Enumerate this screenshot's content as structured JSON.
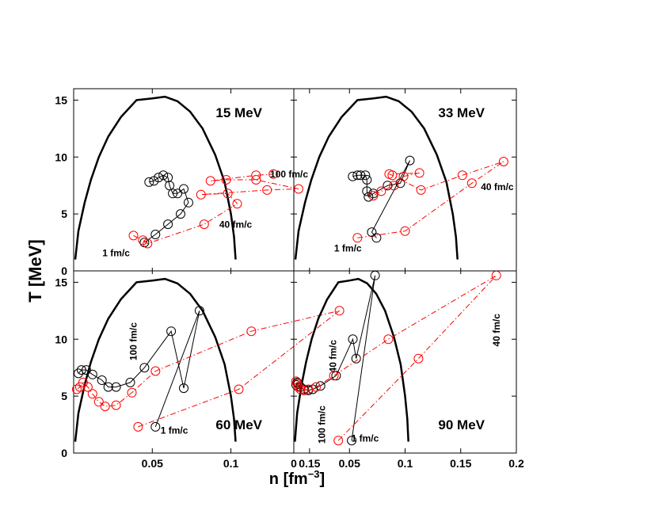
{
  "chart_data": {
    "type": "scatter",
    "xlabel": "n [fm",
    "xlabel_sup": "−3",
    "xlabel_end": "]",
    "ylabel": "T [MeV]",
    "colors": {
      "black": "#000000",
      "red": "#ff0000"
    },
    "xlim_left": [
      0,
      0.14
    ],
    "xlim_right": [
      0,
      0.2
    ],
    "ylim": [
      0,
      16
    ],
    "x_ticks_left": [
      {
        "v": 0.05,
        "label": "0.05"
      },
      {
        "v": 0.1,
        "label": "0.1"
      },
      {
        "v": 0.15,
        "label": "0.15"
      }
    ],
    "x_ticks_right": [
      {
        "v": 0,
        "label": "0"
      },
      {
        "v": 0.05,
        "label": "0.05"
      },
      {
        "v": 0.1,
        "label": "0.1"
      },
      {
        "v": 0.15,
        "label": "0.15"
      },
      {
        "v": 0.2,
        "label": "0.2"
      }
    ],
    "y_ticks_top": [
      {
        "v": 0,
        "label": "0"
      },
      {
        "v": 5,
        "label": "5"
      },
      {
        "v": 10,
        "label": "10"
      },
      {
        "v": 15,
        "label": "15"
      }
    ],
    "y_ticks_bottom": [
      {
        "v": 0,
        "label": "0"
      },
      {
        "v": 5,
        "label": "5"
      },
      {
        "v": 10,
        "label": "10"
      },
      {
        "v": 15,
        "label": "15"
      }
    ],
    "coexistence_curve": [
      [
        0.001,
        1.0
      ],
      [
        0.003,
        3.5
      ],
      [
        0.007,
        6.0
      ],
      [
        0.011,
        8.0
      ],
      [
        0.016,
        10.0
      ],
      [
        0.022,
        11.8
      ],
      [
        0.03,
        13.5
      ],
      [
        0.04,
        15.0
      ],
      [
        0.05,
        15.15
      ],
      [
        0.058,
        15.3
      ],
      [
        0.066,
        14.9
      ],
      [
        0.074,
        14.0
      ],
      [
        0.082,
        12.5
      ],
      [
        0.09,
        10.2
      ],
      [
        0.096,
        7.8
      ],
      [
        0.1,
        5.0
      ],
      [
        0.102,
        3.0
      ],
      [
        0.103,
        1.0
      ]
    ],
    "panels": [
      {
        "label": "15 MeV",
        "series": [
          {
            "color": "black",
            "style": "solid",
            "points": [
              [
                0.045,
                2.5
              ],
              [
                0.052,
                3.2
              ],
              [
                0.06,
                4.1
              ],
              [
                0.068,
                5.0
              ],
              [
                0.073,
                6.0
              ],
              [
                0.07,
                7.2
              ],
              [
                0.066,
                6.8
              ],
              [
                0.063,
                6.8
              ],
              [
                0.061,
                7.5
              ],
              [
                0.06,
                8.2
              ],
              [
                0.057,
                8.4
              ],
              [
                0.054,
                8.2
              ],
              [
                0.051,
                7.9
              ],
              [
                0.048,
                7.8
              ]
            ]
          },
          {
            "color": "red",
            "style": "dashdot",
            "points": [
              [
                0.038,
                3.1
              ],
              [
                0.044,
                2.7
              ],
              [
                0.047,
                2.4
              ],
              [
                0.083,
                4.1
              ],
              [
                0.104,
                5.9
              ],
              [
                0.098,
                6.8
              ],
              [
                0.081,
                6.7
              ],
              [
                0.123,
                7.1
              ],
              [
                0.143,
                7.2
              ],
              [
                0.116,
                8.0
              ],
              [
                0.097,
                8.0
              ],
              [
                0.087,
                7.9
              ],
              [
                0.116,
                8.4
              ],
              [
                0.127,
                8.5
              ]
            ]
          }
        ],
        "annotations": [
          {
            "text": "100 fm/c",
            "x": 0.137,
            "y": 8.2,
            "rotate": false
          },
          {
            "text": "40 fm/c",
            "x": 0.103,
            "y": 3.8,
            "rotate": false
          },
          {
            "text": "1 fm/c",
            "x": 0.027,
            "y": 1.3,
            "rotate": false
          }
        ]
      },
      {
        "label": "33 MeV",
        "series": [
          {
            "color": "black",
            "style": "solid",
            "points": [
              [
                0.052,
                2.9
              ],
              [
                0.049,
                3.4
              ],
              [
                0.073,
                9.7
              ],
              [
                0.067,
                7.7
              ],
              [
                0.059,
                7.5
              ],
              [
                0.05,
                6.8
              ],
              [
                0.047,
                6.5
              ],
              [
                0.046,
                7.0
              ],
              [
                0.046,
                8.0
              ],
              [
                0.045,
                8.4
              ],
              [
                0.042,
                8.4
              ],
              [
                0.04,
                8.4
              ],
              [
                0.037,
                8.3
              ]
            ]
          },
          {
            "color": "red",
            "style": "dashdot",
            "points": [
              [
                0.04,
                2.9
              ],
              [
                0.07,
                3.5
              ],
              [
                0.112,
                7.7
              ],
              [
                0.132,
                9.6
              ],
              [
                0.106,
                8.4
              ],
              [
                0.08,
                7.1
              ],
              [
                0.062,
                8.4
              ],
              [
                0.06,
                8.5
              ],
              [
                0.079,
                8.6
              ],
              [
                0.069,
                8.3
              ],
              [
                0.063,
                7.5
              ],
              [
                0.055,
                7.0
              ],
              [
                0.05,
                6.6
              ]
            ]
          }
        ],
        "annotations": [
          {
            "text": "40 fm/c",
            "x": 0.128,
            "y": 7.1,
            "rotate": false
          },
          {
            "text": "1 fm/c",
            "x": 0.034,
            "y": 1.7,
            "rotate": false
          }
        ]
      },
      {
        "label": "60 MeV",
        "series": [
          {
            "color": "black",
            "style": "solid",
            "points": [
              [
                0.052,
                2.3
              ],
              [
                0.08,
                12.5
              ],
              [
                0.07,
                5.7
              ],
              [
                0.062,
                10.7
              ],
              [
                0.045,
                7.5
              ],
              [
                0.036,
                6.2
              ],
              [
                0.027,
                5.8
              ],
              [
                0.022,
                5.8
              ],
              [
                0.018,
                6.4
              ],
              [
                0.012,
                6.9
              ],
              [
                0.008,
                7.3
              ],
              [
                0.005,
                7.3
              ],
              [
                0.003,
                7.0
              ]
            ]
          },
          {
            "color": "red",
            "style": "dashdot",
            "points": [
              [
                0.041,
                2.3
              ],
              [
                0.105,
                5.6
              ],
              [
                0.169,
                12.5
              ],
              [
                0.113,
                10.7
              ],
              [
                0.052,
                7.2
              ],
              [
                0.037,
                5.3
              ],
              [
                0.027,
                4.2
              ],
              [
                0.02,
                4.1
              ],
              [
                0.016,
                4.5
              ],
              [
                0.012,
                5.2
              ],
              [
                0.009,
                5.8
              ],
              [
                0.006,
                6.2
              ],
              [
                0.004,
                5.8
              ],
              [
                0.002,
                5.6
              ]
            ]
          }
        ],
        "annotations": [
          {
            "text": "100 fm/c",
            "x": 0.04,
            "y": 9.8,
            "rotate": true
          },
          {
            "text": "40 fm/c",
            "x": 0.167,
            "y": 8.5,
            "rotate": true
          },
          {
            "text": "1 fm/c",
            "x": 0.064,
            "y": 1.7,
            "rotate": false
          }
        ]
      },
      {
        "label": "90 MeV",
        "series": [
          {
            "color": "black",
            "style": "solid",
            "points": [
              [
                0.052,
                1.1
              ],
              [
                0.073,
                15.6
              ],
              [
                0.056,
                8.3
              ],
              [
                0.053,
                10.0
              ],
              [
                0.038,
                6.8
              ],
              [
                0.024,
                5.9
              ],
              [
                0.017,
                5.6
              ],
              [
                0.013,
                5.5
              ],
              [
                0.009,
                5.6
              ],
              [
                0.006,
                5.8
              ],
              [
                0.004,
                6.1
              ],
              [
                0.003,
                6.2
              ],
              [
                0.002,
                6.0
              ]
            ]
          },
          {
            "color": "red",
            "style": "dashdot",
            "points": [
              [
                0.04,
                1.1
              ],
              [
                0.112,
                8.3
              ],
              [
                0.182,
                15.6
              ],
              [
                0.085,
                10.0
              ],
              [
                0.036,
                6.8
              ],
              [
                0.02,
                5.8
              ],
              [
                0.013,
                5.6
              ],
              [
                0.009,
                5.5
              ],
              [
                0.006,
                5.6
              ],
              [
                0.004,
                5.8
              ],
              [
                0.003,
                6.1
              ],
              [
                0.002,
                6.3
              ]
            ]
          }
        ],
        "annotations": [
          {
            "text": "100 fm/c",
            "x": 0.028,
            "y": 2.5,
            "rotate": true
          },
          {
            "text": "40 fm/c",
            "x": 0.185,
            "y": 10.8,
            "rotate": true
          },
          {
            "text": "1 fm/c",
            "x": 0.064,
            "y": 1.0,
            "rotate": false
          }
        ]
      }
    ]
  }
}
